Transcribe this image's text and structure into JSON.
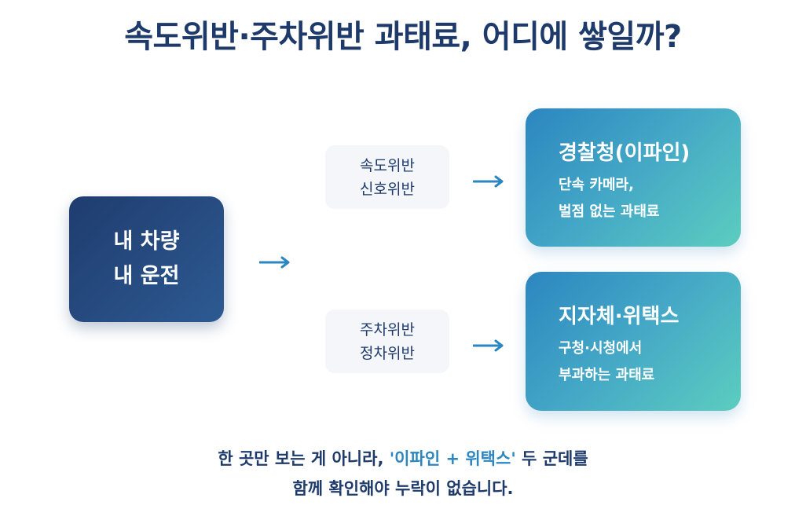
{
  "title": "속도위반·주차위반 과태료, 어디에 쌓일까?",
  "source": {
    "line1": "내 차량",
    "line2": "내 운전"
  },
  "violations": [
    {
      "line1": "속도위반",
      "line2": "신호위반"
    },
    {
      "line1": "주차위반",
      "line2": "정차위반"
    }
  ],
  "agencies": [
    {
      "title": "경찰청(이파인)",
      "desc1": "단속 카메라,",
      "desc2": "벌점 없는 과태료"
    },
    {
      "title": "지자체·위택스",
      "desc1": "구청·시청에서",
      "desc2": "부과하는 과태료"
    }
  ],
  "footer": {
    "line1_before": "한 곳만 보는 게 아니라, ",
    "line1_highlight": "'이파인 + 위택스'",
    "line1_after": " 두 군데를",
    "line2": "함께 확인해야 누락이 없습니다."
  },
  "colors": {
    "navy": "#1e3a6b",
    "accent": "#2c86c0",
    "teal": "#5ccdbf",
    "violation_bg": "#f4f6f9"
  }
}
